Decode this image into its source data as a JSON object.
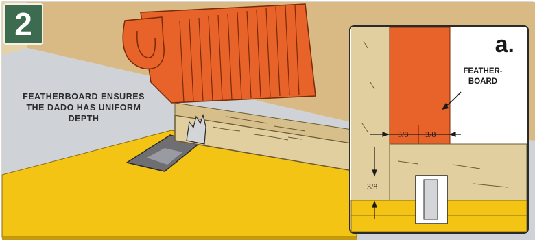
{
  "step_number": "2",
  "main_caption": "FEATHERBOARD ENSURES THE DADO HAS UNIFORM DEPTH",
  "inset": {
    "label": "a.",
    "caption": "FEATHER- BOARD",
    "dimension_left": "3/8",
    "dimension_right": "3/8",
    "dimension_height": "3/8"
  },
  "colors": {
    "badge": "#3c6b4f",
    "featherboard": "#e8632a",
    "table_top": "#f4c414",
    "wood": "#e2cf9f",
    "wall": "#d9ba84"
  }
}
